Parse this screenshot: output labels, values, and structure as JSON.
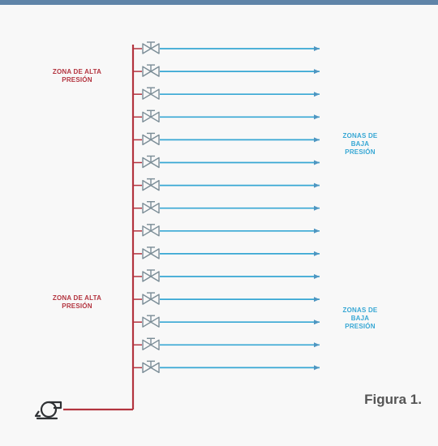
{
  "labels": {
    "high_pressure_top": "ZONA DE ALTA\nPRESIÓN",
    "low_pressure_top": "ZONAS DE\nBAJA\nPRESIÓN",
    "high_pressure_bottom": "ZONA DE ALTA\nPRESIÓN",
    "low_pressure_bottom": "ZONAS DE\nBAJA\nPRESIÓN"
  },
  "caption": "Figura 1.",
  "colors": {
    "high_pressure": "#b3343f",
    "low_pressure": "#37a7d4",
    "valve": "#7a8c96",
    "pump": "#2e3134"
  },
  "icons": {
    "pump": "pump-icon",
    "valve": "valve-icon"
  },
  "branch_count": 15
}
